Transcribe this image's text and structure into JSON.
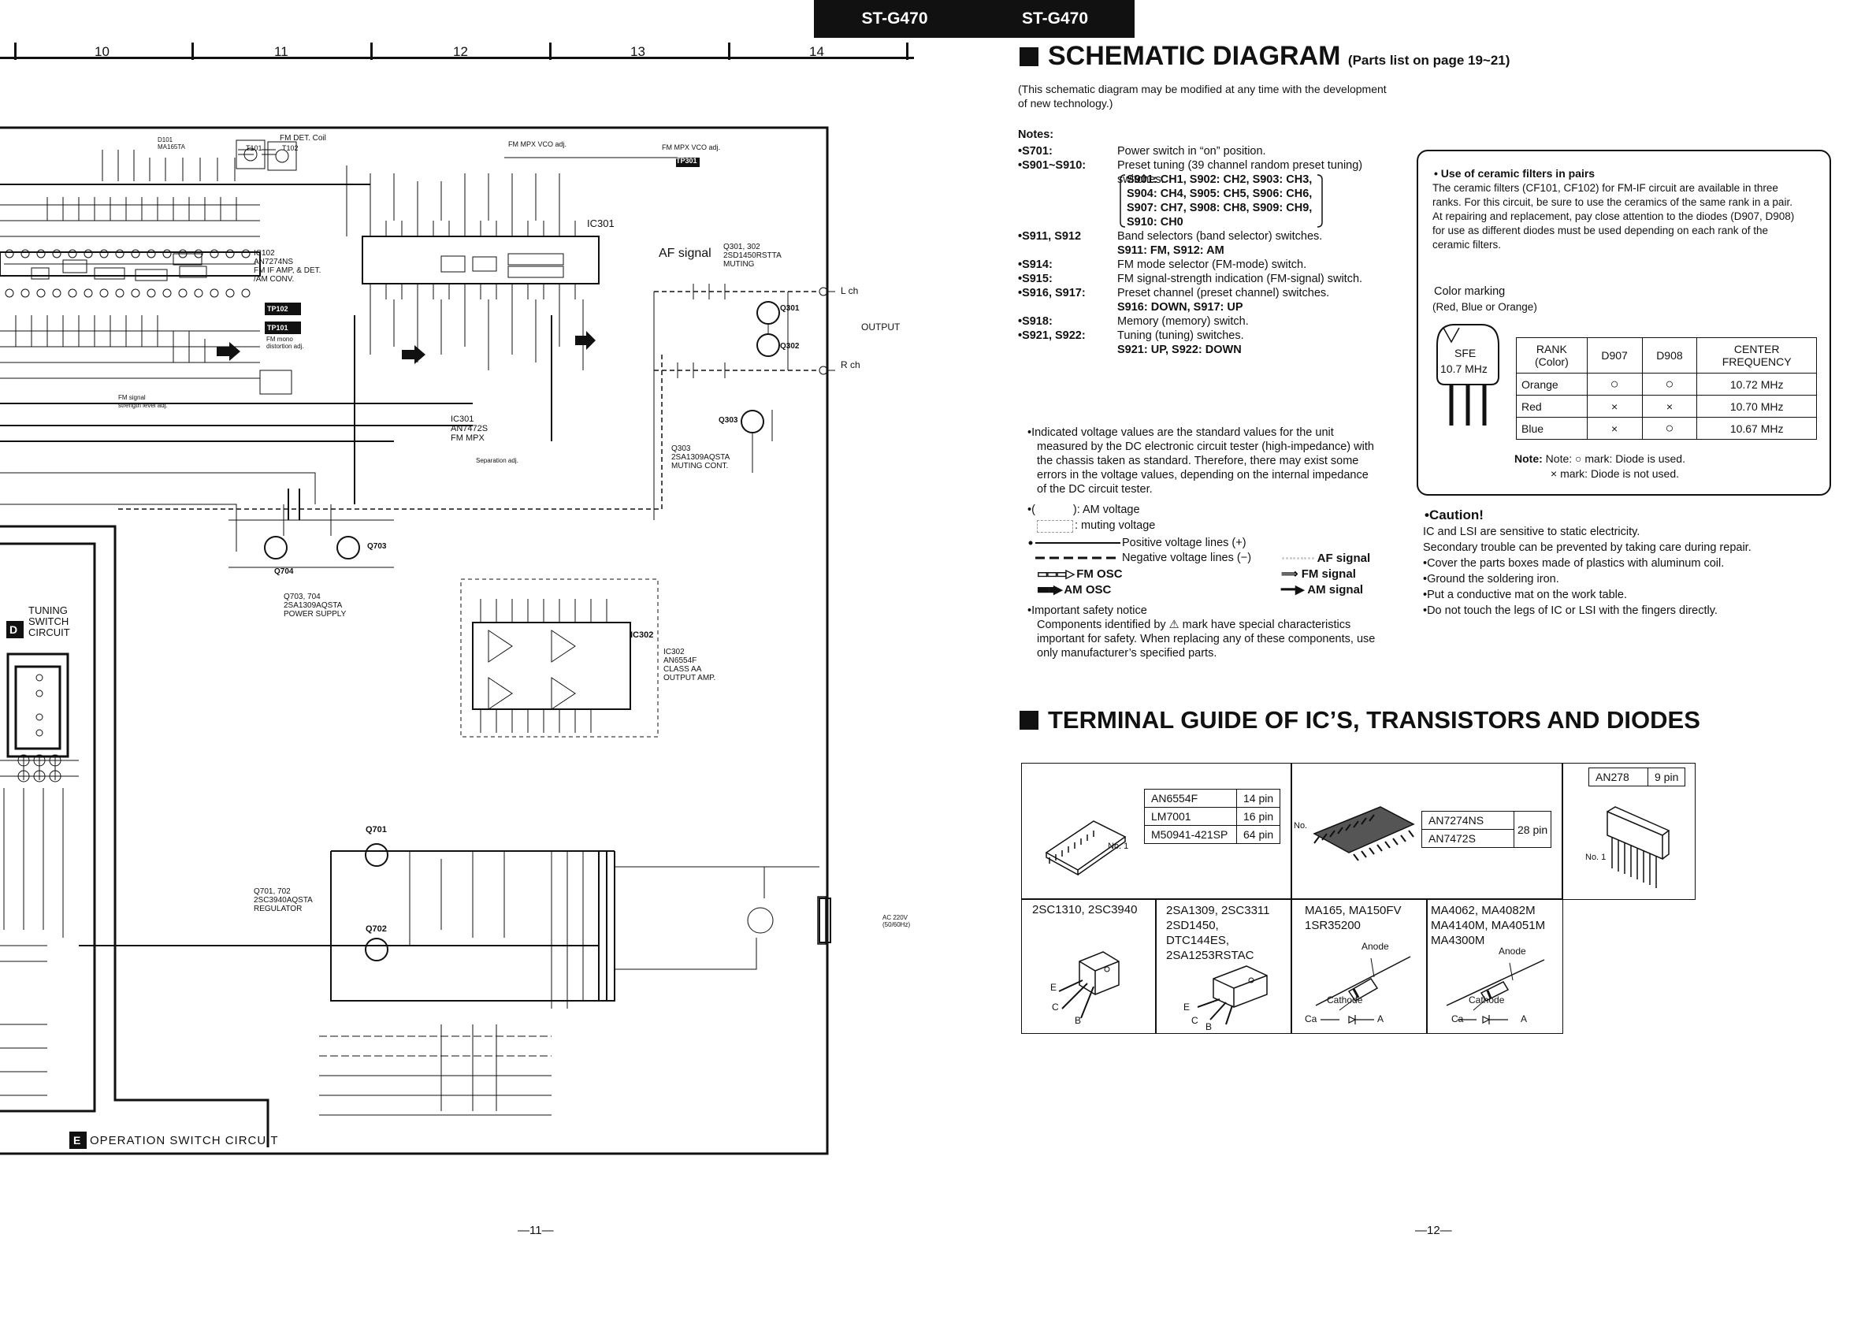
{
  "header": {
    "left_model": "ST-G470",
    "right_model": "ST-G470"
  },
  "ruler": {
    "columns": [
      "10",
      "11",
      "12",
      "13",
      "14"
    ]
  },
  "schematic": {
    "component_labels": [
      {
        "text": "D101\nMA165TA"
      },
      {
        "text": "FM DET. Coil"
      },
      {
        "text": "T101"
      },
      {
        "text": "T102"
      },
      {
        "text": "FM MPX VCO adj."
      },
      {
        "text": "FM MPX VCO adj."
      },
      {
        "text": "TP301"
      },
      {
        "text": "IC102\nAN7274NS\nFM IF AMP, & DET.\n/AM CONV."
      },
      {
        "text": "IC301"
      },
      {
        "text": "AF signal"
      },
      {
        "text": "Q301, 302\n2SD1450RSTTA\nMUTING"
      },
      {
        "text": "L ch"
      },
      {
        "text": "R ch"
      },
      {
        "text": "OUTPUT"
      },
      {
        "text": "Q301"
      },
      {
        "text": "Q302"
      },
      {
        "text": "TP102"
      },
      {
        "text": "TP101"
      },
      {
        "text": "FM mono\ndistortion adj."
      },
      {
        "text": "FM signal\nstrength level adj."
      },
      {
        "text": "IC301\nAN7472S\nFM MPX"
      },
      {
        "text": "Separation adj."
      },
      {
        "text": "Q303"
      },
      {
        "text": "Q303\n2SA1309AQSTA\nMUTING CONT."
      },
      {
        "text": "Q704"
      },
      {
        "text": "Q703"
      },
      {
        "text": "Q703, 704\n2SA1309AQSTA\nPOWER SUPPLY"
      },
      {
        "text": "IC302"
      },
      {
        "text": "IC302\nAN6554F\nCLASS AA\nOUTPUT AMP."
      },
      {
        "text": "TUNING\nSWITCH\nCIRCUIT"
      },
      {
        "text": "Q701"
      },
      {
        "text": "Q702"
      },
      {
        "text": "Q701, 702\n2SC3940AQSTA\nREGULATOR"
      },
      {
        "text": "AC 220V\n(50/60Hz)"
      },
      {
        "text": "OPERATION SWITCH CIRCUIT"
      }
    ],
    "circuit_letters": {
      "d": "D",
      "e": "E"
    }
  },
  "page_numbers": {
    "left": "—11—",
    "right": "—12—"
  },
  "schematic_section": {
    "title": "SCHEMATIC DIAGRAM",
    "subtitle": "(Parts list on page 19~21)",
    "disclaimer_line1": "(This schematic diagram may be modified at any time with the development",
    "disclaimer_line2": "of new technology.)",
    "notes_label": "Notes:",
    "notes": [
      {
        "key": "•S701:",
        "value": "Power switch in “on” position."
      },
      {
        "key": "•S901~S910:",
        "value": "Preset tuning (39 channel random preset tuning) switches."
      },
      {
        "key": "",
        "value": "S901: CH1, S902: CH2, S903: CH3,"
      },
      {
        "key": "",
        "value": "S904: CH4, S905: CH5, S906: CH6,"
      },
      {
        "key": "",
        "value": "S907: CH7, S908: CH8, S909: CH9,"
      },
      {
        "key": "",
        "value": "S910: CH0"
      },
      {
        "key": "•S911, S912",
        "value": "Band selectors (band selector) switches."
      },
      {
        "key": "",
        "value": "S911: FM, S912: AM"
      },
      {
        "key": "•S914:",
        "value": "FM mode selector (FM-mode) switch."
      },
      {
        "key": "•S915:",
        "value": "FM signal-strength indication (FM-signal) switch."
      },
      {
        "key": "•S916, S917:",
        "value": "Preset channel (preset channel) switches."
      },
      {
        "key": "",
        "value": "S916: DOWN, S917: UP"
      },
      {
        "key": "•S918:",
        "value": "Memory (memory) switch."
      },
      {
        "key": "•S921, S922:",
        "value": "Tuning (tuning) switches."
      },
      {
        "key": "",
        "value": "S921: UP, S922: DOWN"
      }
    ],
    "voltage_note": [
      "•Indicated voltage values are the standard values for the unit",
      "measured by the DC electronic circuit tester (high-impedance) with",
      "the chassis taken as standard. Therefore, there may exist some",
      "errors in the voltage values, depending on the internal impedance",
      "of the DC circuit tester."
    ],
    "am_voltage": "): AM voltage",
    "muting_voltage": ": muting voltage",
    "positive_lines": "Positive voltage lines (+)",
    "negative_lines": "Negative voltage lines (−)",
    "fm_osc": "FM OSC",
    "am_osc": "AM OSC",
    "af_signal": "AF signal",
    "fm_signal": "FM signal",
    "am_signal": "AM signal",
    "safety_notice": [
      "•Important safety notice",
      "Components identified by ⚠ mark have special characteristics",
      "important for safety. When replacing any of these components, use",
      "only manufacturer’s specified parts."
    ]
  },
  "ceramic": {
    "title": "• Use of ceramic filters in pairs",
    "lines": [
      "The ceramic filters (CF101, CF102) for FM-IF circuit are available in three",
      "ranks. For this circuit, be sure to use the ceramics of the same rank in a pair.",
      "At repairing and replacement, pay close attention to the diodes (D907, D908)",
      "for use as different diodes must be used depending on each rank of the",
      "ceramic filters."
    ],
    "color_marking": "Color marking",
    "color_marking_sub": "(Red, Blue or Orange)",
    "sfe_label": "SFE",
    "sfe_freq": "10.7 MHz",
    "table_headers": [
      "RANK\n(Color)",
      "D907",
      "D908",
      "CENTER\nFREQUENCY"
    ],
    "table_rows": [
      [
        "Orange",
        "○",
        "○",
        "10.72 MHz"
      ],
      [
        "Red",
        "×",
        "×",
        "10.70 MHz"
      ],
      [
        "Blue",
        "×",
        "○",
        "10.67 MHz"
      ]
    ],
    "note_line1": "Note: ○ mark: Diode is used.",
    "note_line2": "× mark: Diode is not used."
  },
  "caution": {
    "title": "•Caution!",
    "lines": [
      "IC and LSI are sensitive to static electricity.",
      "Secondary trouble can be prevented by taking care during repair.",
      "•Cover the parts boxes made of plastics with aluminum coil.",
      "•Ground the soldering iron.",
      "•Put a conductive mat on the work table.",
      "•Do not touch the legs of IC or LSI with the fingers directly."
    ]
  },
  "terminal_guide": {
    "title": "TERMINAL GUIDE OF IC’S, TRANSISTORS AND DIODES",
    "ic_group1": [
      {
        "part": "AN6554F",
        "pins": "14 pin"
      },
      {
        "part": "LM7001",
        "pins": "16 pin"
      },
      {
        "part": "M50941-421SP",
        "pins": "64 pin"
      }
    ],
    "ic_group1_no": "No. 1",
    "ic_group2": [
      "AN7274NS",
      "AN7472S"
    ],
    "ic_group2_pins": "28 pin",
    "ic_group2_no": "No.",
    "ic_group3_part": "AN278",
    "ic_group3_pins": "9 pin",
    "ic_group3_no": "No. 1",
    "transistor1": "2SC1310, 2SC3940",
    "transistor2": [
      "2SA1309, 2SC3311",
      "2SD1450,",
      "DTC144ES,",
      "2SA1253RSTAC"
    ],
    "diode1": [
      "MA165, MA150FV",
      "1SR35200"
    ],
    "diode2": [
      "MA4062, MA4082M",
      "MA4140M, MA4051M",
      "MA4300M"
    ],
    "anode": "Anode",
    "cathode": "Cathode",
    "ca": "Ca",
    "a": "A",
    "e": "E",
    "c": "C",
    "b": "B"
  }
}
